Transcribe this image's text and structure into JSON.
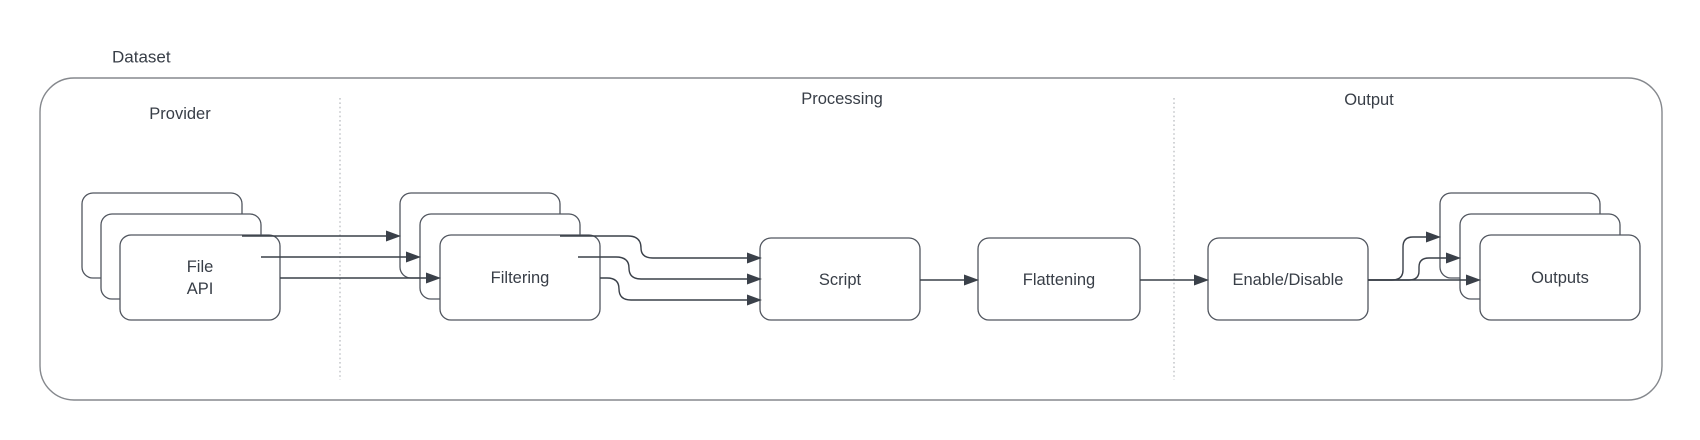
{
  "diagram": {
    "title": "Dataset",
    "sections": [
      {
        "name": "provider",
        "label": "Provider"
      },
      {
        "name": "processing",
        "label": "Processing"
      },
      {
        "name": "output",
        "label": "Output"
      }
    ],
    "nodes": {
      "file_api": {
        "type": "stack",
        "stack_count": 3,
        "lines": [
          "File",
          "API"
        ]
      },
      "filtering": {
        "type": "stack",
        "stack_count": 3,
        "label": "Filtering"
      },
      "script": {
        "type": "box",
        "label": "Script"
      },
      "flattening": {
        "type": "box",
        "label": "Flattening"
      },
      "enable_disable": {
        "type": "box",
        "label": "Enable/Disable"
      },
      "outputs": {
        "type": "stack",
        "stack_count": 3,
        "label": "Outputs"
      }
    },
    "edges": [
      {
        "from": "file_api",
        "to": "filtering",
        "count": 3
      },
      {
        "from": "filtering",
        "to": "script",
        "count": 3
      },
      {
        "from": "script",
        "to": "flattening",
        "count": 1
      },
      {
        "from": "flattening",
        "to": "enable_disable",
        "count": 1
      },
      {
        "from": "enable_disable",
        "to": "outputs",
        "count": 3
      }
    ],
    "colors": {
      "text_color": "#383e47",
      "container_stroke": "#85888d",
      "divider_color": "#b4b7bc",
      "node_stroke": "#51565f",
      "node_fill": "#ffffff",
      "arrow_color": "#3a4049"
    }
  }
}
